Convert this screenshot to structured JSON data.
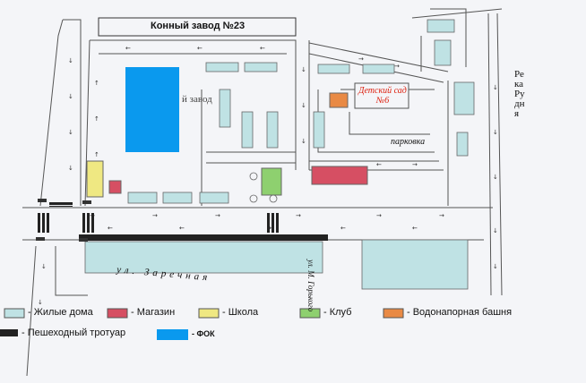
{
  "colors": {
    "residential": "#bfe2e4",
    "shop": "#d64f63",
    "school": "#efe882",
    "club": "#8ed06f",
    "water_tower": "#e98a45",
    "fok": "#0a99ee",
    "sidewalk": "#222222",
    "road_line": "#555555"
  },
  "map": {
    "factory_title": "Конный завод №23",
    "factory_fragment": "й завод",
    "kindergarten": "Детский сад №6",
    "parking": "парковка",
    "river": "Река Рудня",
    "street_zarechnaya": "ул. Заречная",
    "street_side": "ул. М. Горького"
  },
  "legend": [
    {
      "key": "residential",
      "label": "- Жилые дома",
      "icon": "light-blue-swatch"
    },
    {
      "key": "shop",
      "label": "- Магазин",
      "icon": "red-swatch"
    },
    {
      "key": "school",
      "label": "- Школа",
      "icon": "yellow-swatch"
    },
    {
      "key": "club",
      "label": "- Клуб",
      "icon": "green-swatch"
    },
    {
      "key": "water_tower",
      "label": "- Водонапорная башня",
      "icon": "orange-swatch"
    },
    {
      "key": "sidewalk",
      "label": "- Пешеходный тротуар",
      "icon": "black-bar"
    },
    {
      "key": "fok",
      "label": "- ФОК",
      "icon": "blue-swatch"
    }
  ]
}
